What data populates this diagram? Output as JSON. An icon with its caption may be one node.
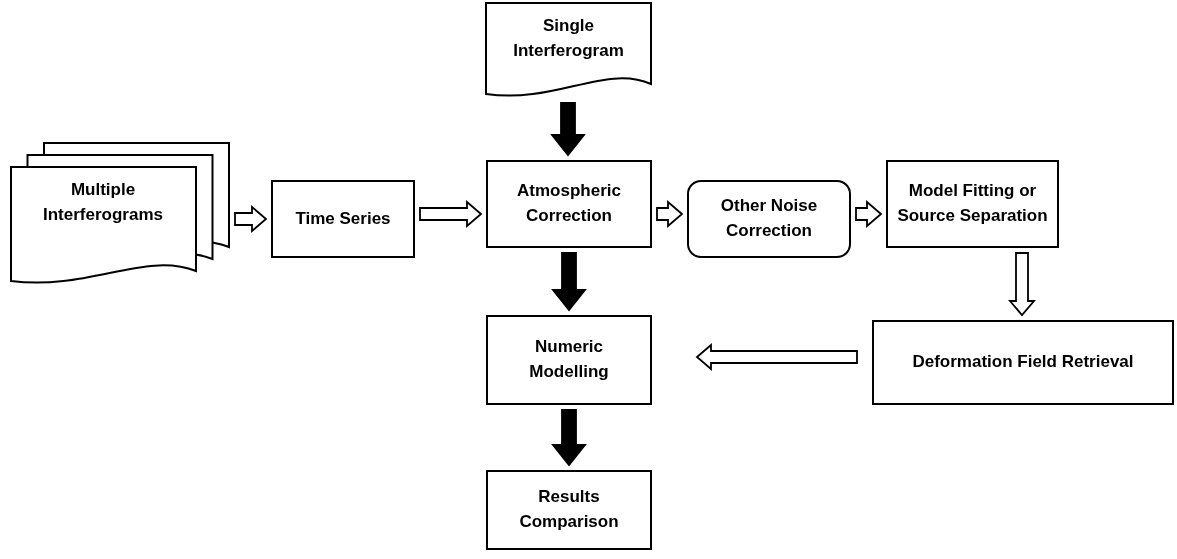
{
  "diagram": {
    "nodes": [
      {
        "text": [
          "Single Interferogram"
        ]
      },
      {
        "text": [
          "Multiple Interferograms"
        ]
      },
      {
        "text": [
          "Time Series"
        ]
      },
      {
        "text": [
          "Atmospheric Correction"
        ]
      },
      {
        "text": [
          "Other Noise Correction"
        ]
      },
      {
        "text": [
          "Model Fitting or Source Separation"
        ]
      },
      {
        "text": [
          "Numeric Modelling"
        ]
      },
      {
        "text": [
          "Deformation Field Retrieval"
        ]
      },
      {
        "text": [
          "Results Comparison"
        ]
      }
    ],
    "edges": [
      {
        "from": 0,
        "to": 3,
        "arrow": "to",
        "style": "thick"
      },
      {
        "from": 1,
        "to": 2,
        "arrow": "to"
      },
      {
        "from": 2,
        "to": 3,
        "arrow": "to"
      },
      {
        "from": 3,
        "to": 4,
        "arrow": "to"
      },
      {
        "from": 4,
        "to": 5,
        "arrow": "to"
      },
      {
        "from": 5,
        "to": 7,
        "arrow": "to"
      },
      {
        "from": 7,
        "to": 6,
        "arrow": "to"
      },
      {
        "from": 3,
        "to": 6,
        "arrow": "to",
        "style": "thick"
      },
      {
        "from": 6,
        "to": 8,
        "arrow": "to",
        "style": "thick"
      }
    ]
  }
}
